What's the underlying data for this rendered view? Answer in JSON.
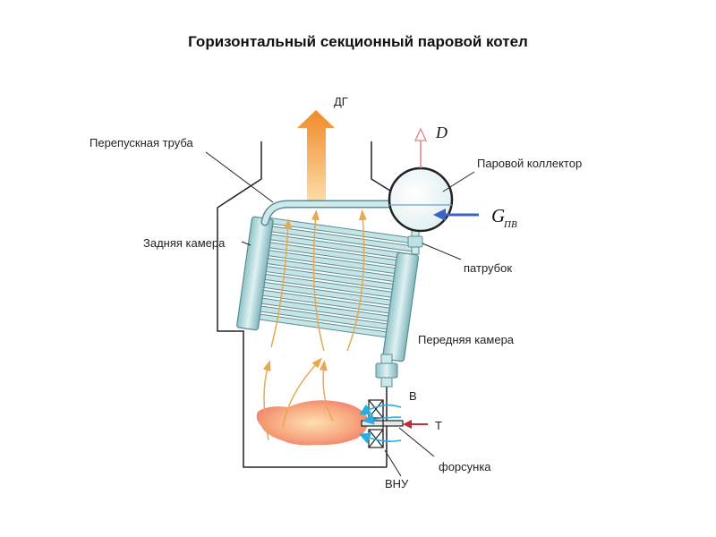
{
  "title": "Горизонтальный секционный паровой котел",
  "labels": {
    "flue_gas": "ДГ",
    "bypass_pipe": "Перепускная труба",
    "steam_collector": "Паровой коллектор",
    "rear_chamber": "Задняя камера",
    "nozzle_pipe": "патрубок",
    "front_chamber": "Передняя камера",
    "air": "В",
    "fuel": "Т",
    "burner": "форсунка",
    "air_guide": "ВНУ",
    "steam_symbol": "D",
    "feedwater_symbol": "G",
    "feedwater_subscript": "ПВ"
  },
  "colors": {
    "outline": "#222222",
    "tube": "#bfe0e2",
    "tube_stroke": "#5a8d92",
    "gas_arrow": "#f0a040",
    "heat_flow": "#e8a850",
    "steam_arrow": "#e88080",
    "feedwater_arrow": "#3a64c8",
    "air_arrow": "#29aee0",
    "fuel_arrow": "#c03030",
    "flame": "#f59070"
  }
}
